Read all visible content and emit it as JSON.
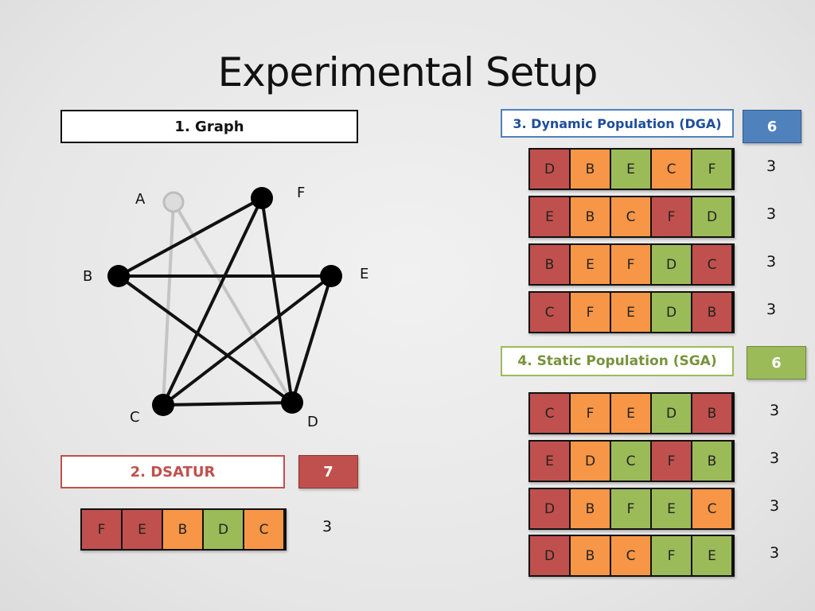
{
  "title": "Experimental Setup",
  "graph": {
    "label": "1.  Graph",
    "nodes": [
      {
        "id": "A",
        "label": "A",
        "faded": true
      },
      {
        "id": "B",
        "label": "B",
        "faded": false
      },
      {
        "id": "C",
        "label": "C",
        "faded": false
      },
      {
        "id": "D",
        "label": "D",
        "faded": false
      },
      {
        "id": "E",
        "label": "E",
        "faded": false
      },
      {
        "id": "F",
        "label": "F",
        "faded": false
      }
    ],
    "edges": [
      {
        "from": "A",
        "to": "C",
        "faded": true
      },
      {
        "from": "A",
        "to": "D",
        "faded": true
      },
      {
        "from": "B",
        "to": "F",
        "faded": false
      },
      {
        "from": "B",
        "to": "E",
        "faded": false
      },
      {
        "from": "B",
        "to": "D",
        "faded": false
      },
      {
        "from": "C",
        "to": "F",
        "faded": false
      },
      {
        "from": "C",
        "to": "E",
        "faded": false
      },
      {
        "from": "C",
        "to": "D",
        "faded": false
      },
      {
        "from": "D",
        "to": "F",
        "faded": false
      },
      {
        "from": "D",
        "to": "E",
        "faded": false
      }
    ]
  },
  "dsatur": {
    "label": "2.  DSATUR",
    "value": "7",
    "sequence": {
      "cells": [
        "F",
        "E",
        "B",
        "D",
        "C"
      ],
      "colors": [
        "red",
        "red",
        "orange",
        "green",
        "orange"
      ],
      "count": "3"
    }
  },
  "dga": {
    "label": "3.  Dynamic Population (DGA)",
    "value": "6",
    "sequences": [
      {
        "cells": [
          "D",
          "B",
          "E",
          "C",
          "F"
        ],
        "colors": [
          "red",
          "orange",
          "green",
          "orange",
          "green"
        ],
        "count": "3"
      },
      {
        "cells": [
          "E",
          "B",
          "C",
          "F",
          "D"
        ],
        "colors": [
          "red",
          "orange",
          "orange",
          "red",
          "green"
        ],
        "count": "3"
      },
      {
        "cells": [
          "B",
          "E",
          "F",
          "D",
          "C"
        ],
        "colors": [
          "red",
          "orange",
          "orange",
          "green",
          "red"
        ],
        "count": "3"
      },
      {
        "cells": [
          "C",
          "F",
          "E",
          "D",
          "B"
        ],
        "colors": [
          "red",
          "orange",
          "orange",
          "green",
          "red"
        ],
        "count": "3"
      }
    ]
  },
  "sga": {
    "label": "4.  Static Population (SGA)",
    "value": "6",
    "sequences": [
      {
        "cells": [
          "C",
          "F",
          "E",
          "D",
          "B"
        ],
        "colors": [
          "red",
          "orange",
          "orange",
          "green",
          "red"
        ],
        "count": "3"
      },
      {
        "cells": [
          "E",
          "D",
          "C",
          "F",
          "B"
        ],
        "colors": [
          "red",
          "orange",
          "green",
          "red",
          "green"
        ],
        "count": "3"
      },
      {
        "cells": [
          "D",
          "B",
          "F",
          "E",
          "C"
        ],
        "colors": [
          "red",
          "orange",
          "green",
          "green",
          "orange"
        ],
        "count": "3"
      },
      {
        "cells": [
          "D",
          "B",
          "C",
          "F",
          "E"
        ],
        "colors": [
          "red",
          "orange",
          "orange",
          "green",
          "green"
        ],
        "count": "3"
      }
    ]
  },
  "colors": {
    "red": "#c0504d",
    "orange": "#f79646",
    "green": "#9bbb59",
    "blue": "#4f81bd",
    "dsatur_text": "#c0504d",
    "dga_text": "#1f4e9c",
    "sga_text": "#77933c"
  }
}
